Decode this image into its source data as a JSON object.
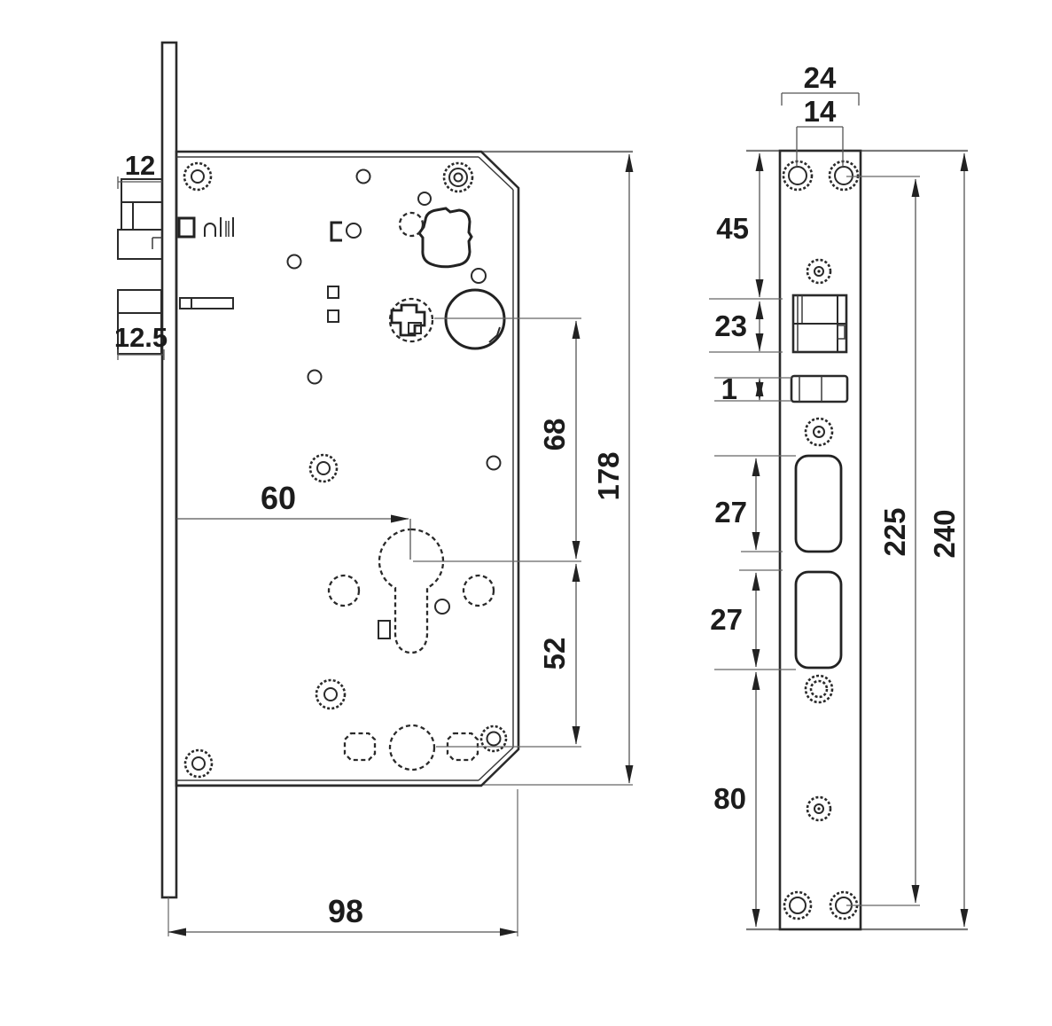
{
  "drawing": {
    "type": "technical-drawing",
    "subject": "mortise-lock-body-and-faceplate",
    "units_shown": false,
    "side_view": {
      "labels": {
        "latch_bolt": "12",
        "dead_bolt": "12.5",
        "backset": "60",
        "follower_to_cylinder": "68",
        "cylinder_to_lower_hole": "52",
        "body_height": "178",
        "body_depth": "98"
      }
    },
    "front_view": {
      "labels": {
        "faceplate_width": "24",
        "screw_hole_spacing": "14",
        "top_to_latch_opening": "45",
        "latch_opening_height": "23",
        "aux_slot": "1",
        "deadbolt_opening_upper": "27",
        "deadbolt_opening_lower": "27",
        "lower_section": "80",
        "screw_centres": "225",
        "faceplate_height": "240"
      }
    }
  }
}
